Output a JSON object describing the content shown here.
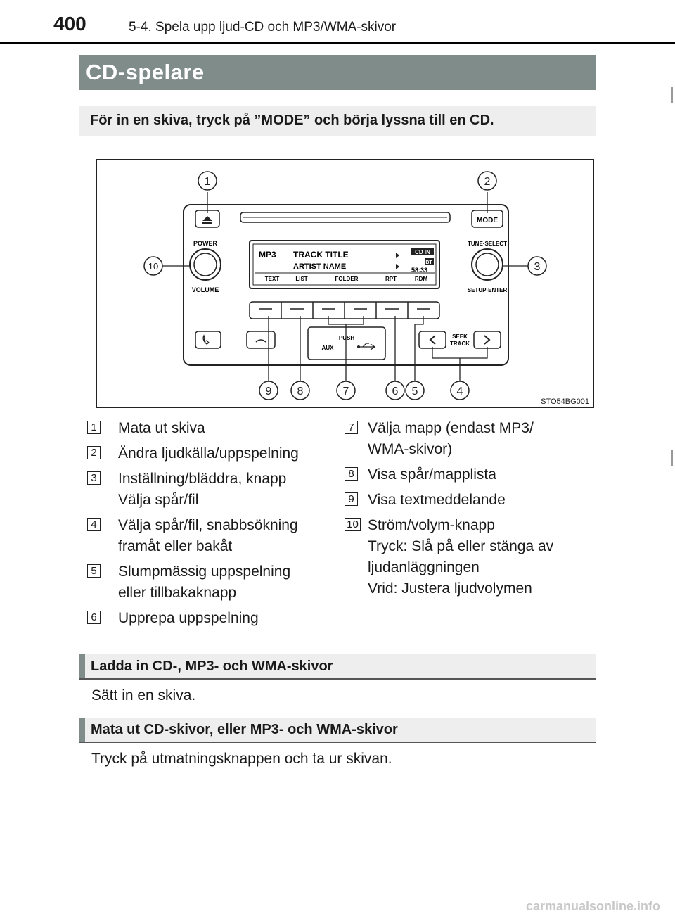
{
  "header": {
    "page_number": "400",
    "title": "5-4. Spela upp ljud-CD och MP3/WMA-skivor"
  },
  "section": {
    "title": "CD-spelare"
  },
  "intro": "För in en skiva, tryck på ”MODE” och börja lyssna till en CD.",
  "figure": {
    "code": "STO54BG001",
    "labels": {
      "power": "POWER",
      "volume": "VOLUME",
      "tune_select": "TUNE·SELECT",
      "setup_enter": "SETUP·ENTER",
      "mode": "MODE",
      "push": "PUSH",
      "aux": "AUX",
      "seek": "SEEK",
      "track": "TRACK",
      "display_mp3": "MP3",
      "display_track_title": "TRACK TITLE",
      "display_artist": "ARTIST NAME",
      "display_cd_in": "CD IN",
      "display_bt": "BT",
      "display_time": "58:33",
      "display_buttons": [
        "TEXT",
        "LIST",
        "FOLDER",
        "RPT",
        "RDM"
      ]
    },
    "callouts": [
      "1",
      "2",
      "3",
      "4",
      "5",
      "6",
      "7",
      "8",
      "9",
      "10"
    ]
  },
  "legend_left": [
    {
      "num": "1",
      "lines": [
        "Mata ut skiva"
      ]
    },
    {
      "num": "2",
      "lines": [
        "Ändra ljudkälla/uppspelning"
      ]
    },
    {
      "num": "3",
      "lines": [
        "Inställning/bläddra, knapp",
        "Välja spår/fil"
      ]
    },
    {
      "num": "4",
      "lines": [
        "Välja spår/fil, snabbsökning",
        "framåt eller bakåt"
      ]
    },
    {
      "num": "5",
      "lines": [
        "Slumpmässig uppspelning",
        "eller tillbakaknapp"
      ]
    },
    {
      "num": "6",
      "lines": [
        "Upprepa uppspelning"
      ]
    }
  ],
  "legend_right": [
    {
      "num": "7",
      "lines": [
        "Välja mapp (endast MP3/",
        "WMA-skivor)"
      ]
    },
    {
      "num": "8",
      "lines": [
        "Visa spår/mapplista"
      ]
    },
    {
      "num": "9",
      "lines": [
        "Visa textmeddelande"
      ]
    },
    {
      "num": "10",
      "lines": [
        "Ström/volym-knapp",
        "Tryck: Slå på eller stänga av",
        "ljudanläggningen",
        "Vrid: Justera ljudvolymen"
      ]
    }
  ],
  "sub1": {
    "title": "Ladda in CD-, MP3- och WMA-skivor",
    "text": "Sätt in en skiva."
  },
  "sub2": {
    "title": "Mata ut CD-skivor, eller MP3- och WMA-skivor",
    "text": "Tryck på utmatningsknappen och ta ur skivan."
  },
  "watermark": "carmanualsonline.info"
}
